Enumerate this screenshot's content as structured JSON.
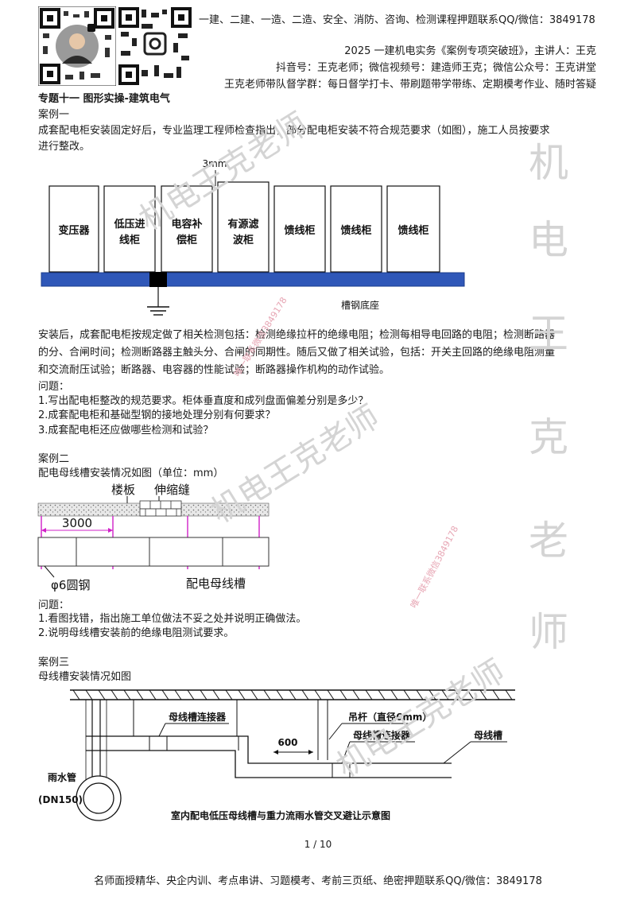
{
  "header": {
    "top_banner": "一建、二建、一造、二造、安全、消防、咨询、检测课程押题联系QQ/微信：3849178",
    "line1": "2025 一建机电实务《案例专项突破班》，主讲人：王克",
    "line2": "抖音号：王克老师；微信视频号：建造师王克；微信公众号：王克讲堂",
    "line3": "王克老师带队督学群：每日督学打卡、带刷题带学带练、定期模考作业、随时答疑"
  },
  "section_title": "专题十一 图形实操-建筑电气",
  "case1": {
    "title": "案例一",
    "intro": [
      "成套配电柜安装固定好后，专业监理工程师检查指出，部分配电柜安装不符合规范要求（如图），施工人员按要求",
      "进行整改。"
    ],
    "figure": {
      "gap_label": "3mm",
      "cabinets": [
        [
          "变压器"
        ],
        [
          "低压进",
          "线柜"
        ],
        [
          "电容补",
          "偿柜"
        ],
        [
          "有源滤",
          "波柜"
        ],
        [
          "馈线柜"
        ],
        [
          "馈线柜"
        ],
        [
          "馈线柜"
        ]
      ],
      "base_label": "槽钢底座"
    },
    "body": [
      "安装后，成套配电柜按规定做了相关检测包括：检测绝缘拉杆的绝缘电阻；检测每相导电回路的电阻；检测断路器",
      "的分、合闸时间；检测断路器主触头分、合闸的同期性。随后又做了相关试验，包括：开关主回路的绝缘电阻测量",
      "和交流耐压试验；断路器、电容器的性能试验；断路器操作机构的动作试验。"
    ],
    "questions_label": "问题：",
    "questions": [
      "1.写出配电柜整改的规范要求。柜体垂直度和成列盘面偏差分别是多少？",
      "2.成套配电柜和基础型钢的接地处理分别有何要求？",
      "3.成套配电柜还应做哪些检测和试验？"
    ]
  },
  "case2": {
    "title": "案例二",
    "intro": "配电母线槽安装情况如图（单位：mm）",
    "figure": {
      "floor_label": "楼板",
      "joint_label": "伸缩缝",
      "dimension": "3000",
      "rod_label": "φ6圆钢",
      "busway_label": "配电母线槽"
    },
    "questions_label": "问题：",
    "questions": [
      "1.看图找错，指出施工单位做法不妥之处并说明正确做法。",
      "2.说明母线槽安装前的绝缘电阻测试要求。"
    ]
  },
  "case3": {
    "title": "案例三",
    "intro": "母线槽安装情况如图",
    "figure": {
      "connector_label": "母线槽连接器",
      "dimension": "600",
      "hanger_label": "吊杆（直径6mm）",
      "connector_label_2": "母线槽连接器",
      "busway_label": "母线槽",
      "pipe_label": "雨水管",
      "pipe_size": "(DN150)",
      "caption": "室内配电低压母线槽与重力流雨水管交叉避让示意图"
    }
  },
  "page_number": "1 / 10",
  "footer": "名师面授精华、央企内训、考点串讲、习题模考、考前三页纸、绝密押题联系QQ/微信：3849178",
  "watermarks": [
    "机电王克老师",
    "机电王克老师",
    "机电王克老师",
    "机",
    "电",
    "王",
    "克",
    "老",
    "师",
    "唯一联系微信3849178",
    "唯一联系微信3849178"
  ]
}
